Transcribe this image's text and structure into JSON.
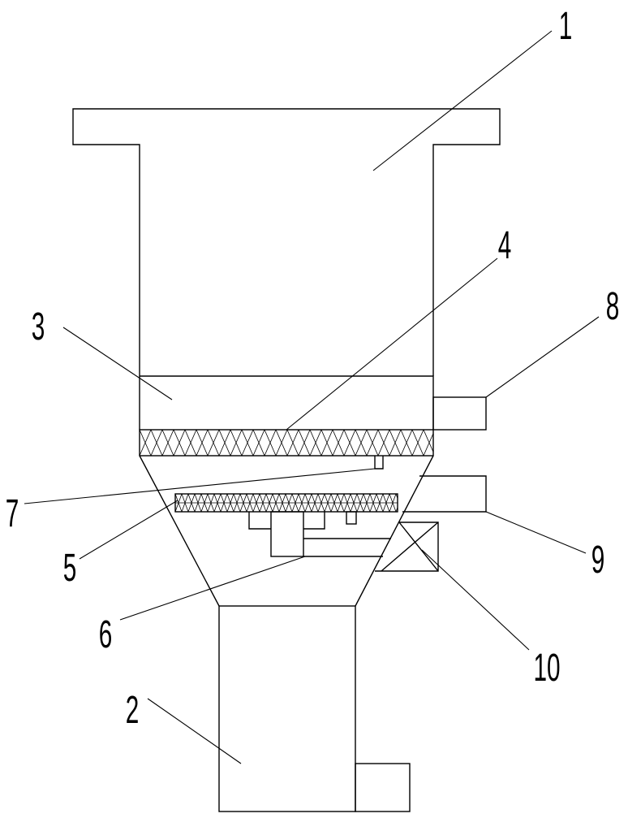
{
  "diagram": {
    "callouts": [
      {
        "id": "hopper",
        "label": "1"
      },
      {
        "id": "collection-box",
        "label": "2"
      },
      {
        "id": "upper-chamber",
        "label": "3"
      },
      {
        "id": "upper-filter-screen",
        "label": "4"
      },
      {
        "id": "lower-filter-screen",
        "label": "5"
      },
      {
        "id": "screen-support",
        "label": "6"
      },
      {
        "id": "connecting-rod",
        "label": "7"
      },
      {
        "id": "upper-side-outlet",
        "label": "8"
      },
      {
        "id": "lower-side-outlet",
        "label": "9"
      },
      {
        "id": "valve-box",
        "label": "10"
      }
    ]
  }
}
